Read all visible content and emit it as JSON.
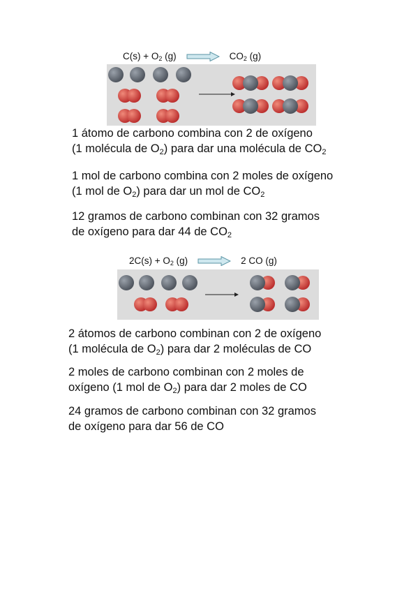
{
  "section1": {
    "equation": {
      "reactants_a": "C(s) + O",
      "reactants_sub": "2",
      "reactants_b": " (g)",
      "product_a": "CO",
      "product_sub": "2",
      "product_b": " (g)"
    },
    "paragraphs": [
      {
        "line1": "1 átomo de carbono combina con 2 de oxígeno",
        "line2_a": "(1 molécula de O",
        "line2_sub1": "2",
        "line2_b": ") para dar una molécula de CO",
        "line2_sub2": "2"
      },
      {
        "line1": "1 mol de carbono combina con 2 moles de oxígeno",
        "line2_a": "(1 mol de O",
        "line2_sub1": "2",
        "line2_b": ") para dar un mol de CO",
        "line2_sub2": "2"
      },
      {
        "line1": "12 gramos de carbono combinan con 32 gramos",
        "line2_a": "de oxígeno para dar 44 de CO",
        "line2_sub": "2"
      }
    ]
  },
  "section2": {
    "equation": {
      "reactants_a": "2C(s) + O",
      "reactants_sub": "2",
      "reactants_b": " (g)",
      "product": "2 CO (g)"
    },
    "paragraphs": [
      {
        "line1": "2 átomos de carbono combinan con 2 de oxígeno",
        "line2_a": "(1 molécula de O",
        "line2_sub": "2",
        "line2_b": ") para dar 2 moléculas de CO"
      },
      {
        "line1": "2 moles de carbono combinan con 2 moles de",
        "line2_a": "oxígeno (1 mol de O",
        "line2_sub": "2",
        "line2_b": ") para dar 2 moles de CO"
      },
      {
        "line1": "24 gramos de carbono combinan con 32 gramos",
        "line2": "de oxígeno para dar 56 de CO"
      }
    ]
  },
  "colors": {
    "carbon": "#5f6670",
    "oxygen": "#d23a3a",
    "panel": "#dcdcdc",
    "arrow_fill": "#cfe8ef",
    "arrow_stroke": "#5b95a6"
  }
}
